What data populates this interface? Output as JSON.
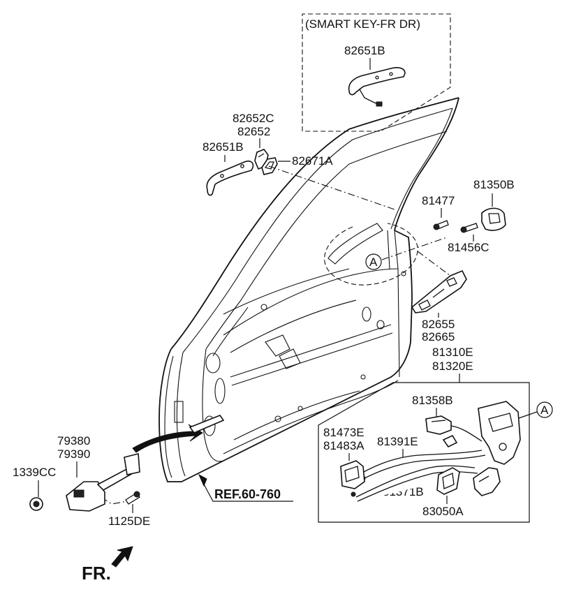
{
  "smart_key_box": {
    "title": "(SMART KEY-FR DR)",
    "part": "82651B"
  },
  "labels": {
    "l82652C": "82652C",
    "l82652": "82652",
    "l82651B": "82651B",
    "l82671A": "82671A",
    "l81350B": "81350B",
    "l81477": "81477",
    "l81456C": "81456C",
    "l82655": "82655",
    "l82665": "82665",
    "l81310E": "81310E",
    "l81320E": "81320E",
    "l81358B": "81358B",
    "l81473E": "81473E",
    "l81483A": "81483A",
    "l81391E": "81391E",
    "l81371B": "81371B",
    "l83050A": "83050A",
    "l79380": "79380",
    "l79390": "79390",
    "l1339CC": "1339CC",
    "l1125DE": "1125DE",
    "ref": "REF.60-760",
    "fr": "FR.",
    "circleA1": "A",
    "circleA2": "A"
  }
}
